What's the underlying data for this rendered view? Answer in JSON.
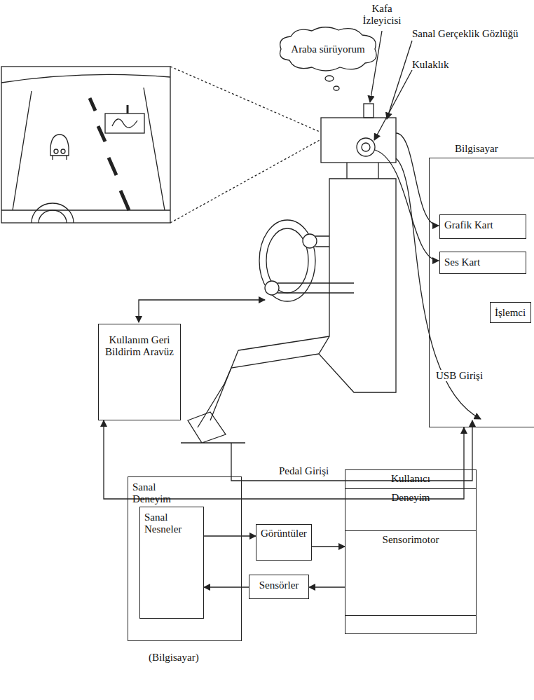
{
  "diagram": {
    "nodes": [
      {
        "text": [
          "Bilgisayar"
        ]
      },
      {
        "text": [
          "Grafik Kart"
        ],
        "in": 0
      },
      {
        "text": [
          "Ses Kart"
        ],
        "in": 0
      },
      {
        "text": [
          "İşlemci"
        ],
        "in": 0
      },
      {
        "text": [
          "Kullanım Geri Bildirim Aravüz"
        ]
      },
      {
        "text": [
          "Araba sürüyorum"
        ]
      },
      {
        "text": [
          "Sanal Deneyim"
        ]
      },
      {
        "text": [
          "Sanal Nesneler"
        ],
        "in": 6
      },
      {
        "text": [
          "Görüntüler"
        ]
      },
      {
        "text": [
          "Sensörler"
        ]
      },
      {
        "text": [
          "Kullanıcı"
        ]
      },
      {
        "text": [
          "Deneyim"
        ],
        "in": 10
      },
      {
        "text": [
          "Sensorimotor"
        ],
        "in": 10
      }
    ],
    "edges": [
      {
        "from": 7,
        "to": 8,
        "arrow": "to"
      },
      {
        "from": 8,
        "to": 10,
        "arrow": "to"
      },
      {
        "from": 10,
        "to": 9,
        "arrow": "to"
      },
      {
        "from": 9,
        "to": 7,
        "arrow": "to"
      },
      {
        "from": 4,
        "to": 0,
        "arrow": "both"
      }
    ],
    "labels": [
      "Kafa İzleyicisi",
      "Sanal Gerçeklik Gözlüğü",
      "Kulaklık",
      "USB Girişi",
      "Pedal Girişi",
      "(Bilgisayar)"
    ]
  }
}
